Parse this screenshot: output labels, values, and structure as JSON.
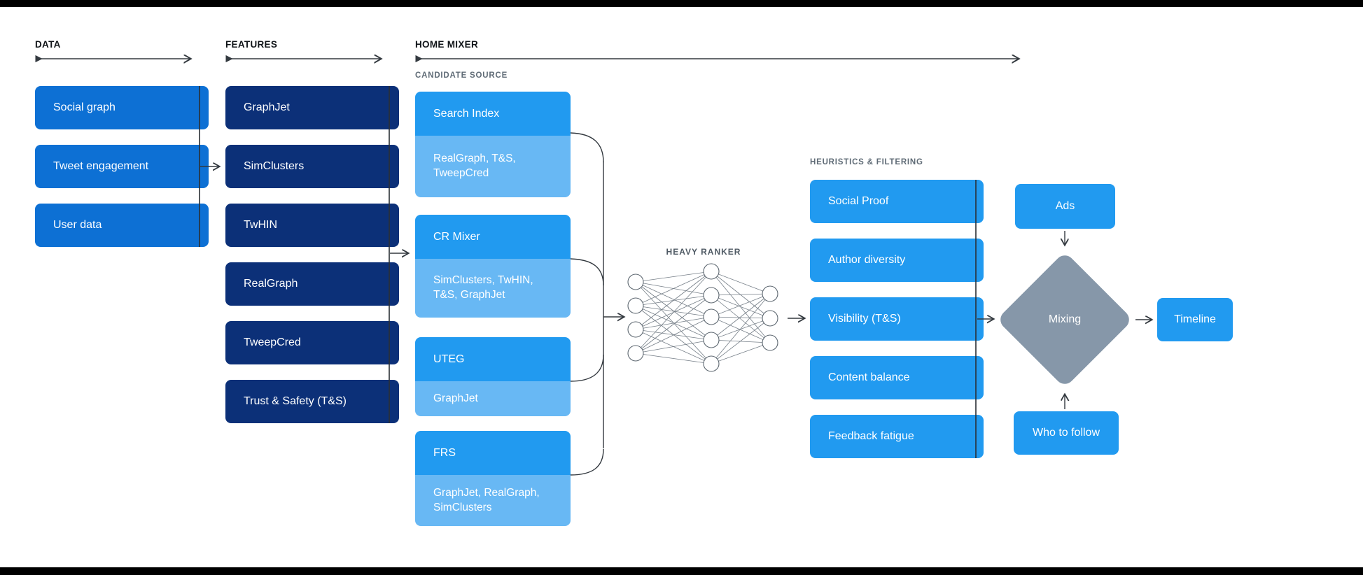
{
  "sections": {
    "data": {
      "label": "DATA",
      "items": [
        "Social graph",
        "Tweet engagement",
        "User data"
      ]
    },
    "features": {
      "label": "FEATURES",
      "items": [
        "GraphJet",
        "SimClusters",
        "TwHIN",
        "RealGraph",
        "TweepCred",
        "Trust & Safety (T&S)"
      ]
    },
    "home_mixer": {
      "label": "HOME MIXER",
      "candidate_source": {
        "label": "CANDIDATE SOURCE",
        "groups": [
          {
            "title": "Search Index",
            "inputs": "RealGraph, T&S, TweepCred"
          },
          {
            "title": "CR Mixer",
            "inputs": "SimClusters, TwHIN, T&S, GraphJet"
          },
          {
            "title": "UTEG",
            "inputs": "GraphJet"
          },
          {
            "title": "FRS",
            "inputs": "GraphJet, RealGraph, SimClusters"
          }
        ]
      },
      "heavy_ranker": {
        "label": "HEAVY RANKER"
      },
      "heuristics": {
        "label": "HEURISTICS & FILTERING",
        "items": [
          "Social Proof",
          "Author diversity",
          "Visibility (T&S)",
          "Content balance",
          "Feedback fatigue"
        ]
      },
      "mixing": {
        "ads_label": "Ads",
        "mixing_label": "Mixing",
        "who_to_follow_label": "Who to follow"
      },
      "timeline_label": "Timeline"
    }
  },
  "colors": {
    "data_box": "#0d70d4",
    "feature_box": "#0c3078",
    "candidate_main": "#219af0",
    "candidate_sub": "#68b8f4",
    "heuristic_box": "#219af0",
    "mixing_diamond": "#8697a9",
    "line": "#33393f",
    "section_label_gray": "#5f6b76",
    "frame_bar": "#000000"
  }
}
